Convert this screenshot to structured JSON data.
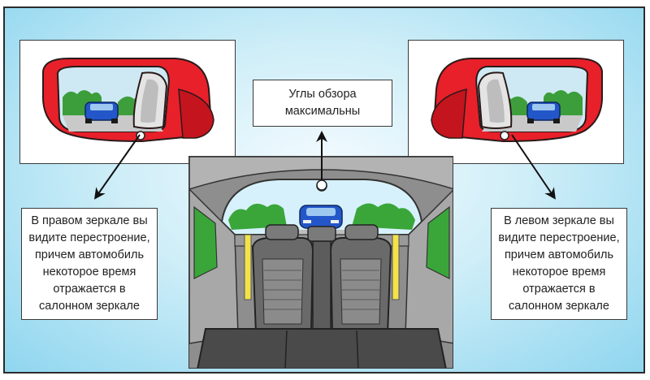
{
  "center_label": "Углы обзора максимальны",
  "left_caption": "В правом зеркале вы видите перестроение, причем автомобиль некоторое время отражается в салонном зеркале",
  "right_caption": "В левом зеркале вы видите перестроение, причем автомобиль некоторое время отражается в салонном зеркале",
  "colors": {
    "mirror_red": "#e8202a",
    "car_blue": "#2357c9",
    "seatbelt_yellow": "#f3e34a",
    "background_blue": "#8fd6ef"
  },
  "icons": [
    "right-side-mirror-icon",
    "left-side-mirror-icon",
    "car-interior-icon",
    "arrow-icon"
  ]
}
